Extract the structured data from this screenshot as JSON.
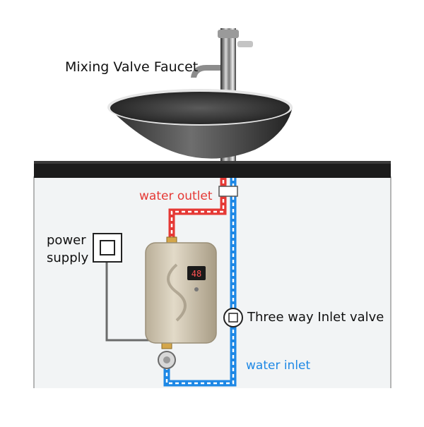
{
  "labels": {
    "faucet": "Mixing Valve Faucet",
    "water_outlet": "water outlet",
    "power_line1": "power",
    "power_line2": "supply",
    "valve": "Three way Inlet valve",
    "water_inlet": "water inlet",
    "display_value": "48"
  },
  "colors": {
    "hot": "#e53935",
    "cold": "#1e88e5",
    "heater_body": "#cfc6b4",
    "counter": "#1b1b1b",
    "label_text": "#111111"
  }
}
